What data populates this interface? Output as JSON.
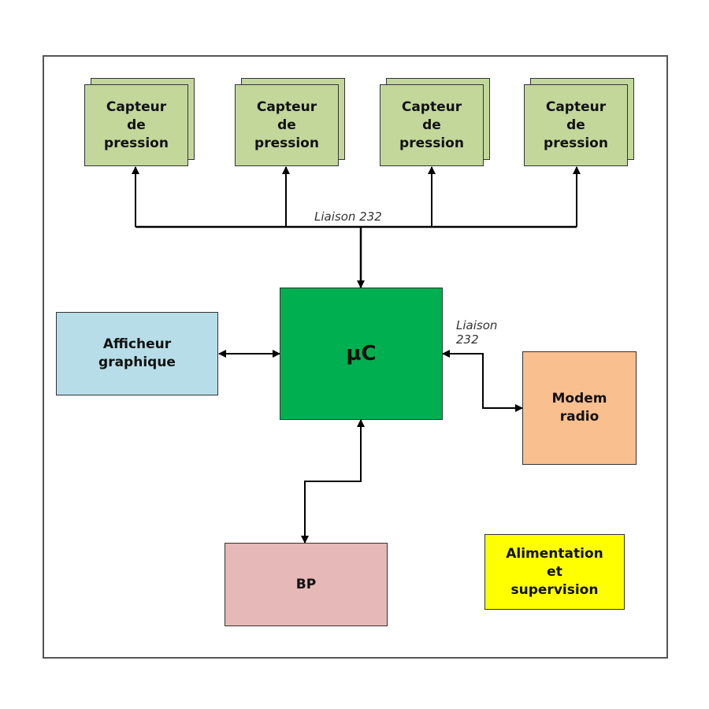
{
  "colors": {
    "sensor_fill": "#c4d79b",
    "mcu_fill": "#00b050",
    "display_fill": "#b7dee8",
    "modem_fill": "#fabf8f",
    "bp_fill": "#e6b8b7",
    "power_fill": "#ffff00",
    "line": "#000000"
  },
  "sensors": [
    {
      "label": "Capteur\nde\npression"
    },
    {
      "label": "Capteur\nde\npression"
    },
    {
      "label": "Capteur\nde\npression"
    },
    {
      "label": "Capteur\nde\npression"
    }
  ],
  "bus_label": "Liaison 232",
  "modem_link_label": "Liaison\n232",
  "mcu": {
    "label": "µC"
  },
  "display": {
    "label": "Afficheur\ngraphique"
  },
  "modem": {
    "label": "Modem\nradio"
  },
  "bp": {
    "label": "BP"
  },
  "power": {
    "label": "Alimentation\net\nsupervision"
  }
}
